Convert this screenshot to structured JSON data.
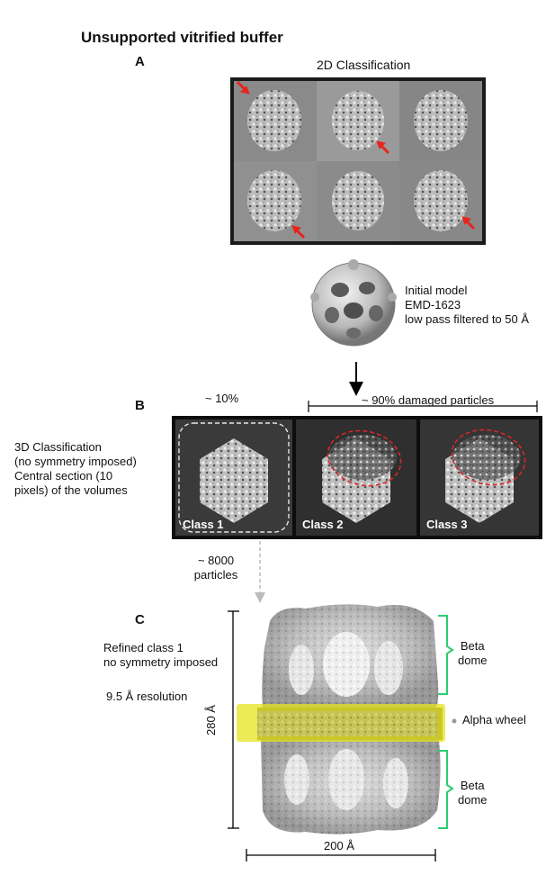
{
  "title": "Unsupported vitrified buffer",
  "panel_a": {
    "letter": "A",
    "heading": "2D Classification"
  },
  "initial_model": {
    "line1": "Initial model",
    "line2": "EMD-1623",
    "line3": "low pass filtered to 50 Å"
  },
  "panel_b": {
    "letter": "B",
    "pct_left": "~ 10%",
    "pct_right": "~ 90% damaged particles",
    "description": [
      "3D Classification",
      "(no symmetry imposed)",
      "Central section (10",
      "pixels) of the volumes"
    ],
    "classes": [
      "Class 1",
      "Class 2",
      "Class 3"
    ],
    "particles": [
      "~ 8000",
      "particles"
    ]
  },
  "panel_c": {
    "letter": "C",
    "refined": [
      "Refined class 1",
      "no symmetry imposed"
    ],
    "resolution": "9.5 Å resolution",
    "height": "280 Å",
    "width": "200 Å",
    "beta_top": [
      "Beta",
      "dome"
    ],
    "alpha": "Alpha wheel",
    "beta_bottom": [
      "Beta",
      "dome"
    ]
  },
  "colors": {
    "arrow_red": "#e8231d",
    "ellipse_red": "#d9262b",
    "bracket_green": "#2ecc71",
    "alpha_yellow": "#e6e31e"
  }
}
